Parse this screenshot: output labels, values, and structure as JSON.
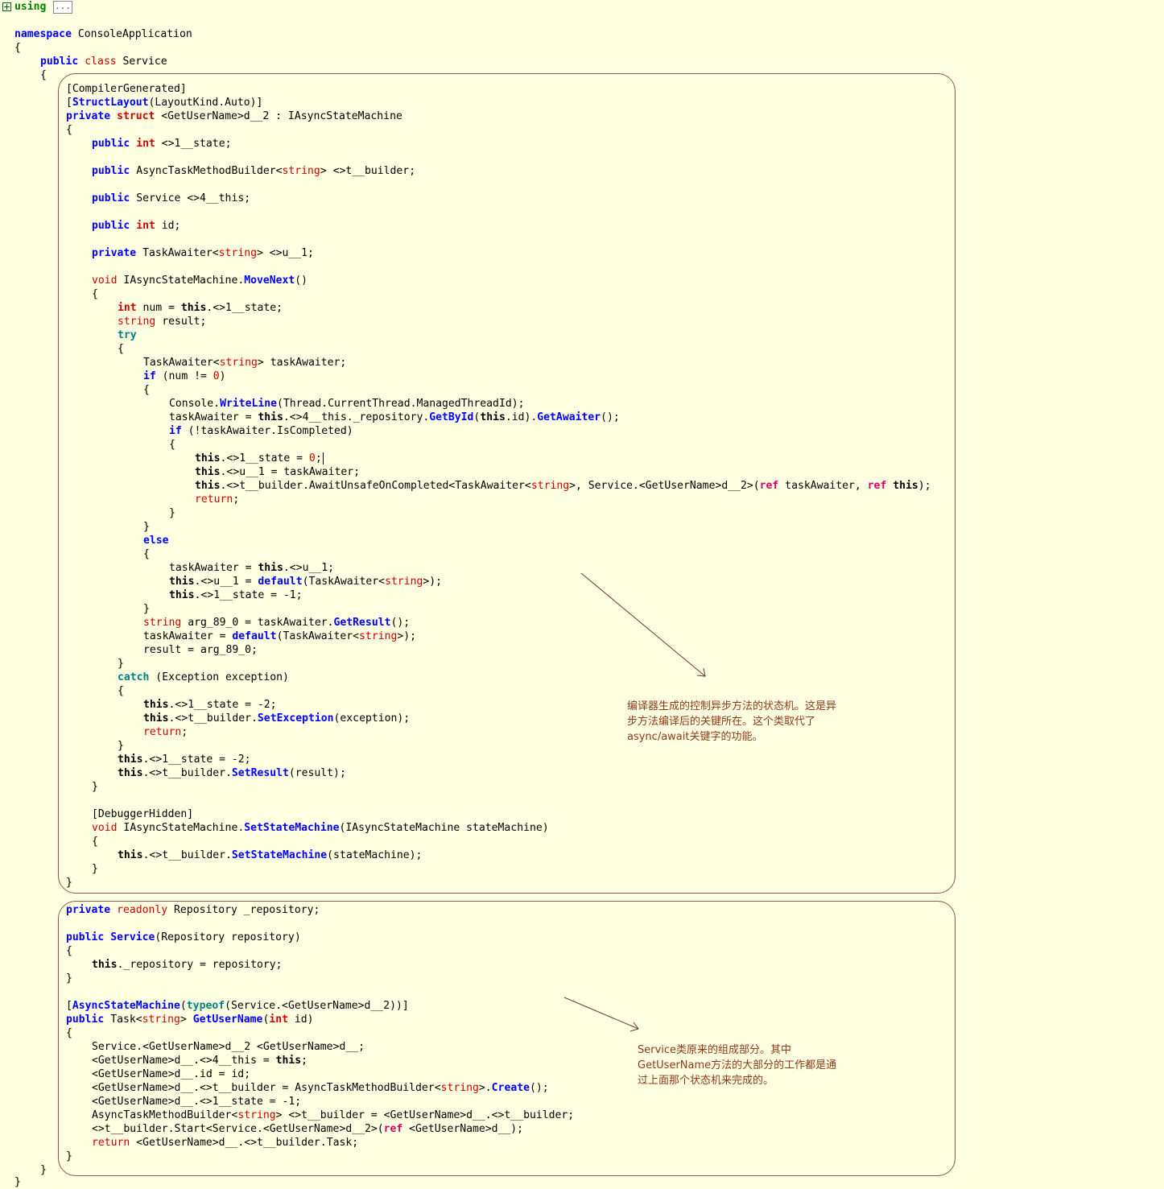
{
  "header": {
    "using_keyword": "using",
    "collapsed_label": "..."
  },
  "notes": {
    "state_machine": "编译器生成的控制异步方法的状态机。这是异步方法编译后的关键所在。这个类取代了async/await关键字的功能。",
    "service_parts": "Service类原来的组成部分。其中GetUserName方法的大部分的工作都是通过上面那个状态机来完成的。"
  },
  "colors": {
    "keyword": "#0000ff",
    "type": "#cc0000",
    "control": "#008080",
    "ref": "#d4006a",
    "annotation": "#8b3a1a",
    "background": "#ffffe1"
  },
  "code": {
    "l3": "namespace ConsoleApplication",
    "l4": "{",
    "l5": "public class Service",
    "l6": "{",
    "l7": "[CompilerGenerated]",
    "l8": "[StructLayout(LayoutKind.Auto)]",
    "l9": "private struct <GetUserName>d__2 : IAsyncStateMachine",
    "l10": "{",
    "l11": "public int <>1__state;",
    "l13": "public AsyncTaskMethodBuilder<string> <>t__builder;",
    "l15": "public Service <>4__this;",
    "l17": "public int id;",
    "l19": "private TaskAwaiter<string> <>u__1;",
    "l21": "void IAsyncStateMachine.MoveNext()",
    "l22": "{",
    "l23": "int num = this.<>1__state;",
    "l24": "string result;",
    "l25": "try",
    "l26": "{",
    "l27": "TaskAwaiter<string> taskAwaiter;",
    "l28": "if (num != 0)",
    "l29": "{",
    "l30": "Console.WriteLine(Thread.CurrentThread.ManagedThreadId);",
    "l31": "taskAwaiter = this.<>4__this._repository.GetById(this.id).GetAwaiter();",
    "l32": "if (!taskAwaiter.IsCompleted)",
    "l33": "{",
    "l34": "this.<>1__state = 0;",
    "l35": "this.<>u__1 = taskAwaiter;",
    "l36": "this.<>t__builder.AwaitUnsafeOnCompleted<TaskAwaiter<string>, Service.<GetUserName>d__2>(ref taskAwaiter, ref this);",
    "l37": "return;",
    "l38": "}",
    "l39": "}",
    "l40": "else",
    "l41": "{",
    "l42": "taskAwaiter = this.<>u__1;",
    "l43": "this.<>u__1 = default(TaskAwaiter<string>);",
    "l44": "this.<>1__state = -1;",
    "l45": "}",
    "l46": "string arg_89_0 = taskAwaiter.GetResult();",
    "l47": "taskAwaiter = default(TaskAwaiter<string>);",
    "l48": "result = arg_89_0;",
    "l49": "}",
    "l50": "catch (Exception exception)",
    "l51": "{",
    "l52": "this.<>1__state = -2;",
    "l53": "this.<>t__builder.SetException(exception);",
    "l54": "return;",
    "l55": "}",
    "l56": "this.<>1__state = -2;",
    "l57": "this.<>t__builder.SetResult(result);",
    "l58": "}",
    "l60": "[DebuggerHidden]",
    "l61": "void IAsyncStateMachine.SetStateMachine(IAsyncStateMachine stateMachine)",
    "l62": "{",
    "l63": "this.<>t__builder.SetStateMachine(stateMachine);",
    "l64": "}",
    "l65": "}",
    "l66": "private readonly Repository _repository;",
    "l68": "public Service(Repository repository)",
    "l69": "{",
    "l70": "this._repository = repository;",
    "l71": "}",
    "l73": "[AsyncStateMachine(typeof(Service.<GetUserName>d__2))]",
    "l74": "public Task<string> GetUserName(int id)",
    "l75": "{",
    "l76": "Service.<GetUserName>d__2 <GetUserName>d__;",
    "l77": "<GetUserName>d__.<>4__this = this;",
    "l78": "<GetUserName>d__.id = id;",
    "l79": "<GetUserName>d__.<>t__builder = AsyncTaskMethodBuilder<string>.Create();",
    "l80": "<GetUserName>d__.<>1__state = -1;",
    "l81": "AsyncTaskMethodBuilder<string> <>t__builder = <GetUserName>d__.<>t__builder;",
    "l82": "<>t__builder.Start<Service.<GetUserName>d__2>(ref <GetUserName>d__);",
    "l83": "return <GetUserName>d__.<>t__builder.Task;",
    "l84": "}",
    "l85": "}",
    "l86": "}"
  }
}
